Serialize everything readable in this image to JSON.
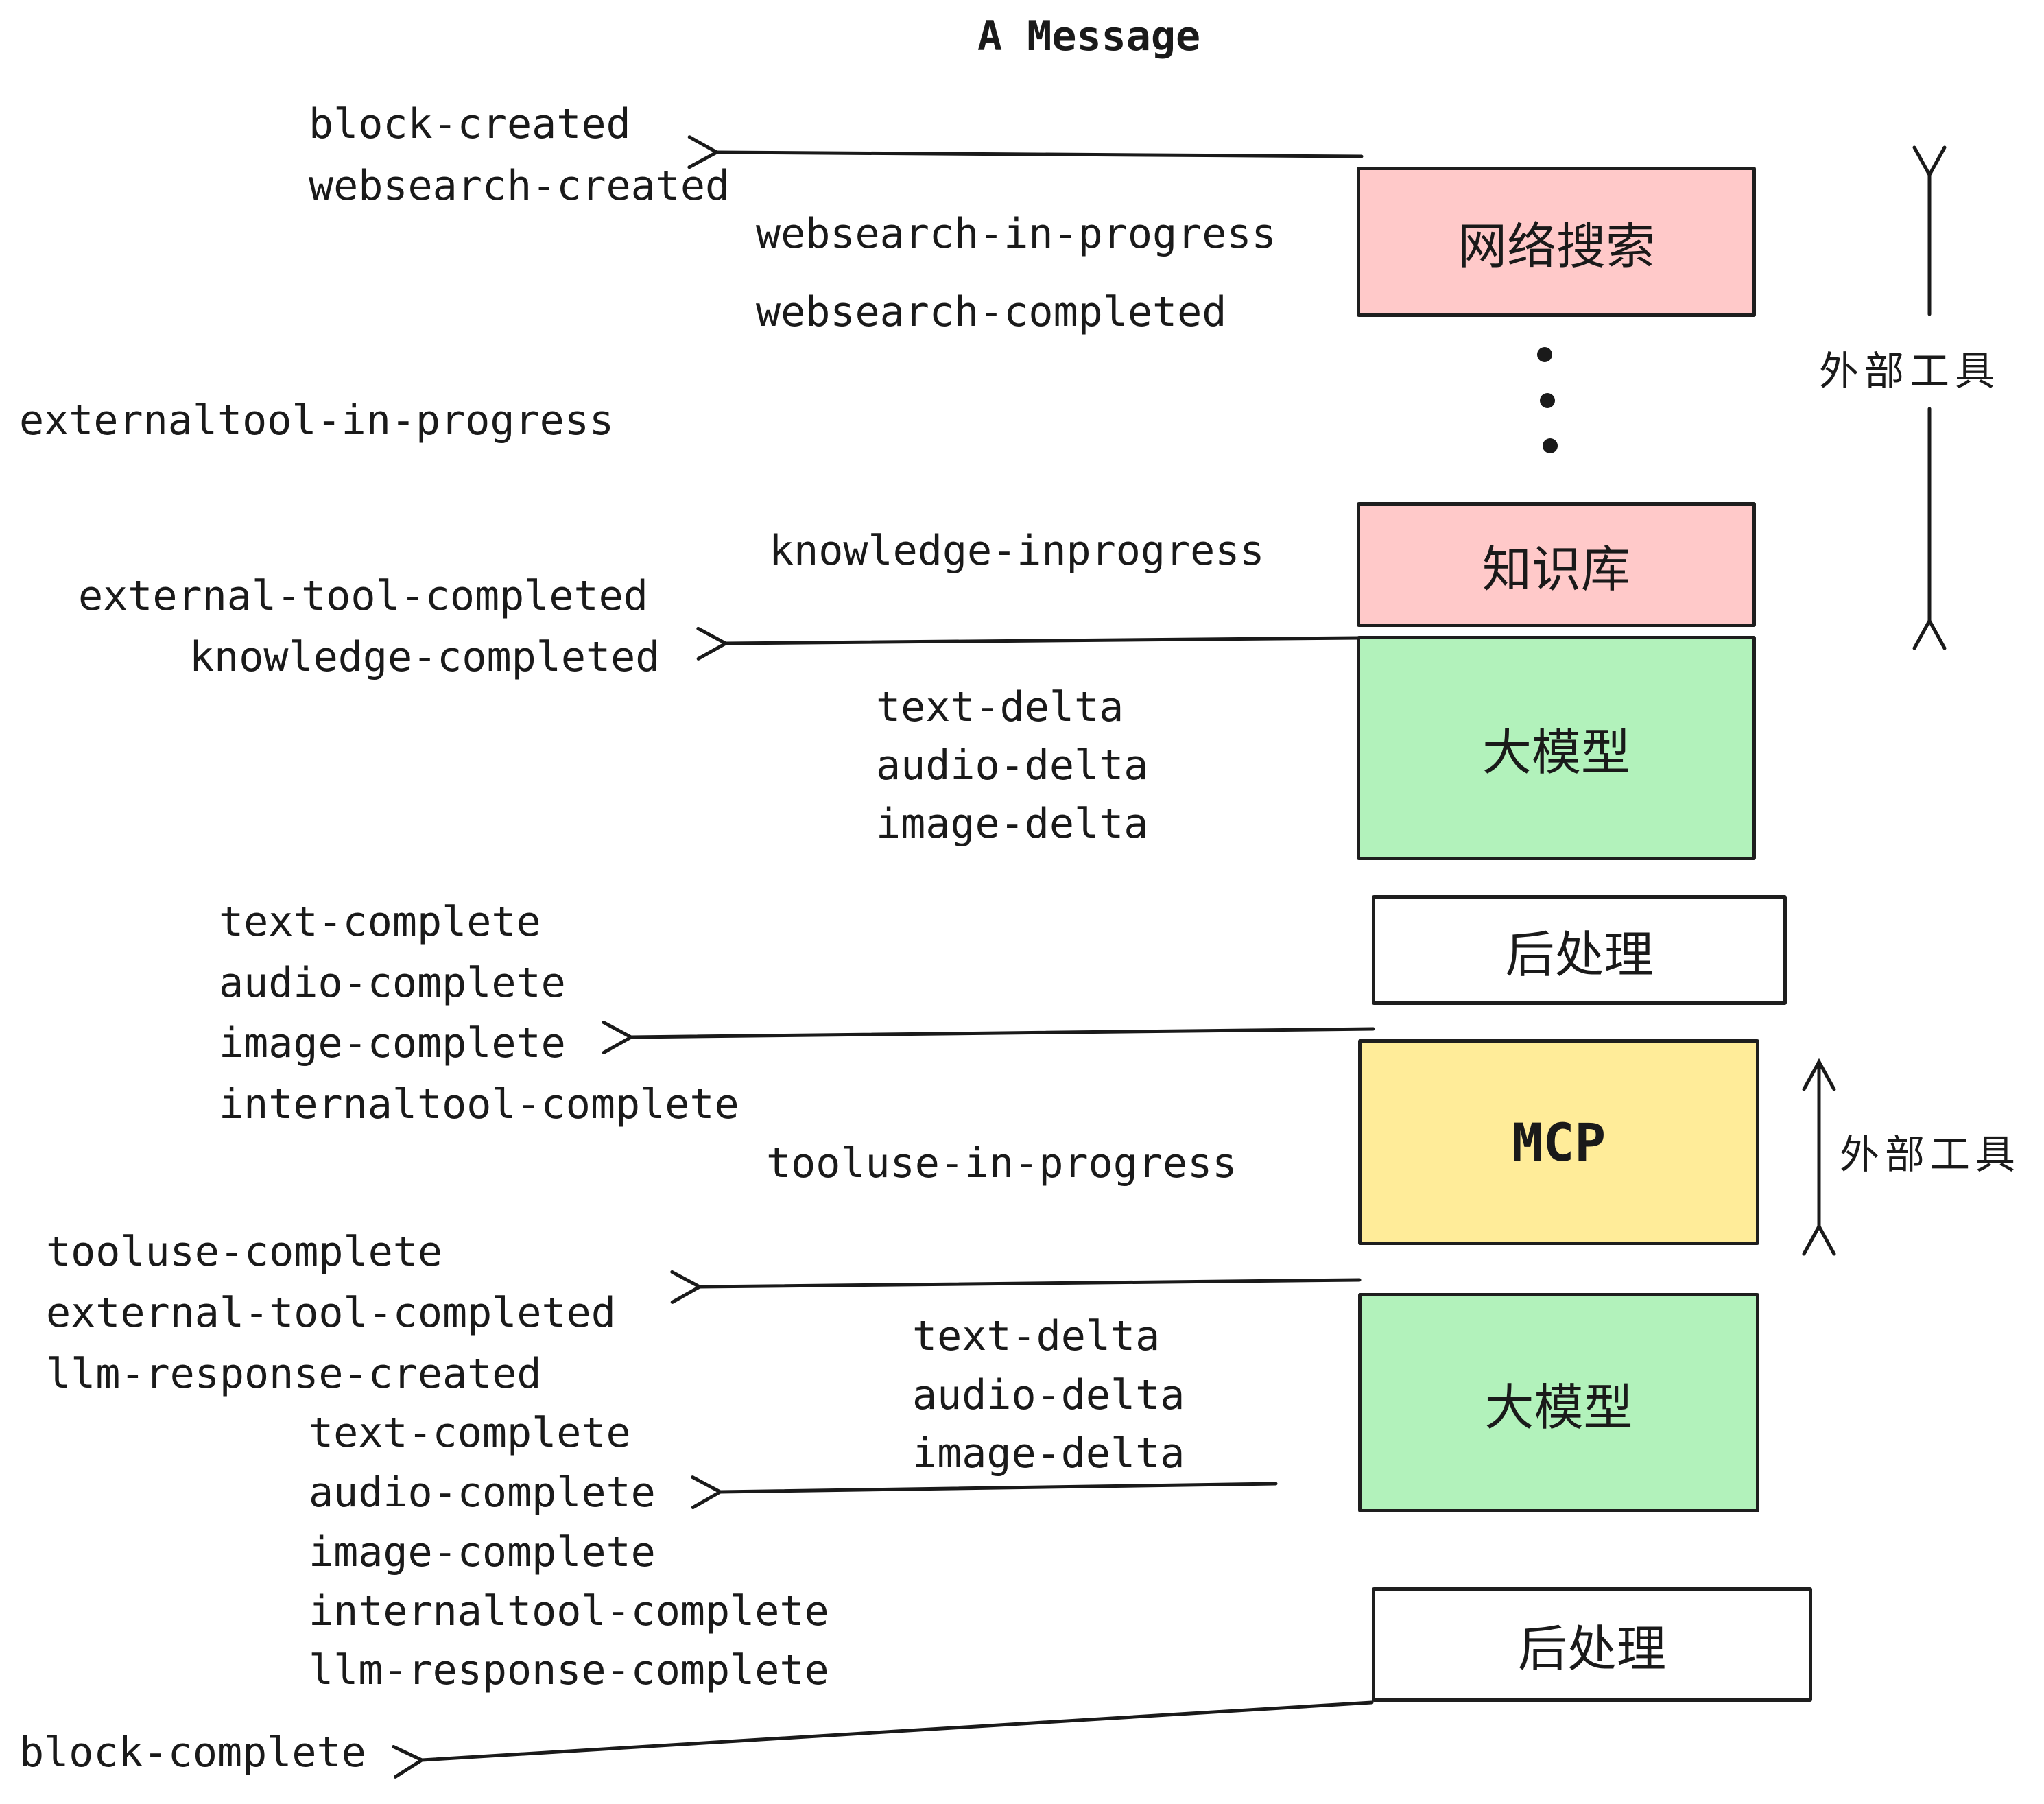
{
  "title": "A Message",
  "boxes": {
    "websearch": "网络搜索",
    "knowledge": "知识库",
    "llm_top": "大模型",
    "postprocess_top": "后处理",
    "mcp": "MCP",
    "llm_bottom": "大模型",
    "postprocess_bottom": "后处理"
  },
  "side_labels": {
    "external_tools_top": "外部工具",
    "external_tools_bottom": "外部工具"
  },
  "events": {
    "block_created": "block-created",
    "websearch_created": "websearch-created",
    "websearch_in_progress": "websearch-in-progress",
    "websearch_completed": "websearch-completed",
    "externaltool_in_progress": "externaltool-in-progress",
    "knowledge_inprogress": "knowledge-inprogress",
    "external_tool_completed": "external-tool-completed",
    "knowledge_completed": "knowledge-completed",
    "text_delta_1": "text-delta",
    "audio_delta_1": "audio-delta",
    "image_delta_1": "image-delta",
    "text_complete_1": "text-complete",
    "audio_complete_1": "audio-complete",
    "image_complete_1": "image-complete",
    "internaltool_complete_1": "internaltool-complete",
    "tooluse_in_progress": "tooluse-in-progress",
    "tooluse_complete": "tooluse-complete",
    "external_tool_completed_2": "external-tool-completed",
    "llm_response_created": "llm-response-created",
    "text_delta_2": "text-delta",
    "audio_delta_2": "audio-delta",
    "image_delta_2": "image-delta",
    "text_complete_2": "text-complete",
    "audio_complete_2": "audio-complete",
    "image_complete_2": "image-complete",
    "internaltool_complete_2": "internaltool-complete",
    "llm_response_complete": "llm-response-complete",
    "block_complete": "block-complete"
  },
  "colors": {
    "box_pink": "#ffc9c9",
    "box_green": "#b2f2bb",
    "box_yellow": "#ffec99",
    "box_white": "#ffffff",
    "ink": "#1a1a1a"
  }
}
